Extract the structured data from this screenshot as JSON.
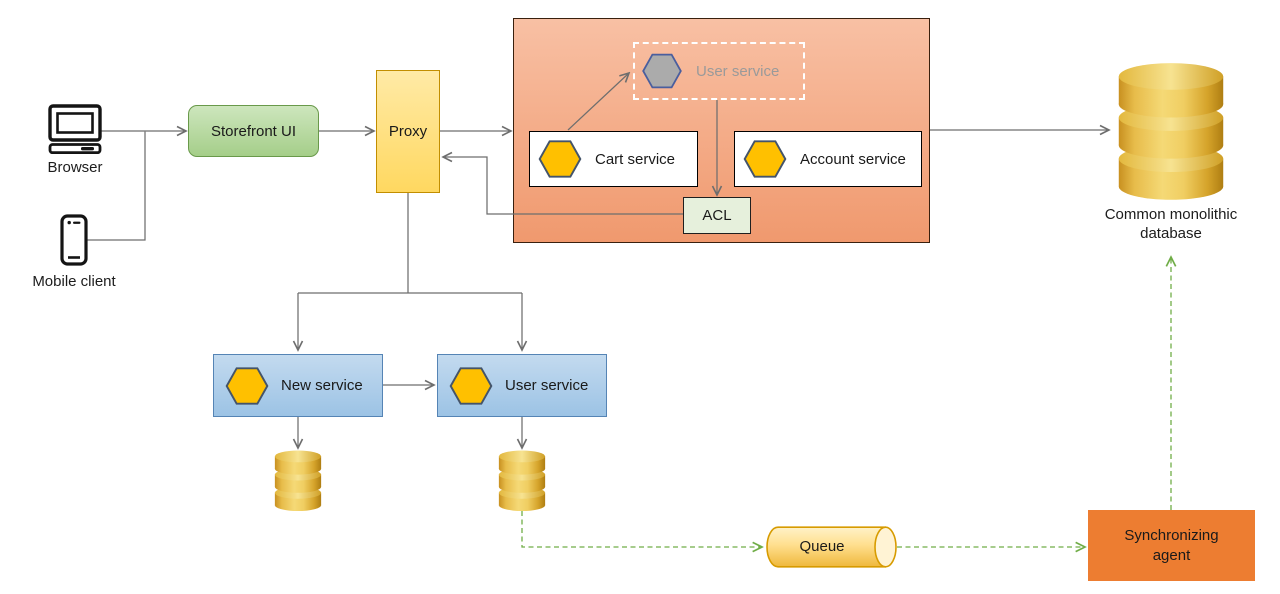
{
  "diagram_type": "architecture-diagram",
  "nodes": {
    "browser": {
      "label": "Browser",
      "icon": "desktop-computer-icon"
    },
    "mobile_client": {
      "label": "Mobile client",
      "icon": "smartphone-icon"
    },
    "storefront_ui": {
      "label": "Storefront UI"
    },
    "proxy": {
      "label": "Proxy"
    },
    "monolith": {
      "label": ""
    },
    "user_service_legacy": {
      "label": "User service",
      "state": "faded",
      "icon": "hexagon-service-icon"
    },
    "cart_service": {
      "label": "Cart service",
      "icon": "hexagon-service-icon"
    },
    "account_service": {
      "label": "Account service",
      "icon": "hexagon-service-icon"
    },
    "acl": {
      "label": "ACL"
    },
    "common_database": {
      "label": "Common monolithic database",
      "icon": "database-cylinder-icon"
    },
    "new_service": {
      "label": "New service",
      "icon": "hexagon-service-icon"
    },
    "user_service_new": {
      "label": "User service",
      "icon": "hexagon-service-icon"
    },
    "new_service_db": {
      "label": "",
      "icon": "database-cylinder-icon"
    },
    "user_service_db": {
      "label": "",
      "icon": "database-cylinder-icon"
    },
    "queue": {
      "label": "Queue",
      "icon": "horizontal-cylinder-icon"
    },
    "sync_agent": {
      "label": "Synchronizing agent"
    }
  },
  "edges": [
    {
      "from": "browser",
      "to": "storefront_ui",
      "style": "solid-gray"
    },
    {
      "from": "mobile_client",
      "to": "storefront_ui",
      "style": "solid-gray"
    },
    {
      "from": "storefront_ui",
      "to": "proxy",
      "style": "solid-gray"
    },
    {
      "from": "proxy",
      "to": "monolith",
      "style": "solid-gray"
    },
    {
      "from": "monolith",
      "to": "common_database",
      "style": "solid-gray"
    },
    {
      "from": "cart_service",
      "to": "user_service_legacy",
      "style": "solid-gray"
    },
    {
      "from": "user_service_legacy",
      "to": "acl",
      "style": "solid-gray"
    },
    {
      "from": "acl",
      "to": "proxy",
      "style": "solid-gray"
    },
    {
      "from": "proxy",
      "to": "new_service",
      "style": "solid-gray"
    },
    {
      "from": "proxy",
      "to": "user_service_new",
      "style": "solid-gray"
    },
    {
      "from": "new_service",
      "to": "user_service_new",
      "style": "solid-gray"
    },
    {
      "from": "new_service",
      "to": "new_service_db",
      "style": "solid-gray"
    },
    {
      "from": "user_service_new",
      "to": "user_service_db",
      "style": "solid-gray"
    },
    {
      "from": "user_service_db",
      "to": "queue",
      "style": "dashed-green"
    },
    {
      "from": "queue",
      "to": "sync_agent",
      "style": "dashed-green"
    },
    {
      "from": "sync_agent",
      "to": "common_database",
      "style": "dashed-green"
    }
  ],
  "colors": {
    "monolith_fill": "#F2A57E",
    "monolith_border": "#39200E",
    "storefront_fill": "#A9D18E",
    "storefront_border": "#69994A",
    "proxy_fill": "#FFD966",
    "proxy_border": "#C28E00",
    "service_blue_fill": "#9CC3E5",
    "service_blue_border": "#5584B5",
    "hexagon_fill": "#FFC000",
    "hexagon_border": "#44546A",
    "ghost_hexagon_fill": "#ABABAB",
    "ghost_text": "#9A9A9A",
    "acl_fill": "#E6F0DC",
    "queue_fill": "#FFDF8E",
    "queue_border": "#D79B00",
    "sync_agent_fill": "#ED7D31",
    "database_gold": "#E0AE33",
    "arrow_gray": "#6E6E6E",
    "arrow_green": "#70AD47"
  }
}
